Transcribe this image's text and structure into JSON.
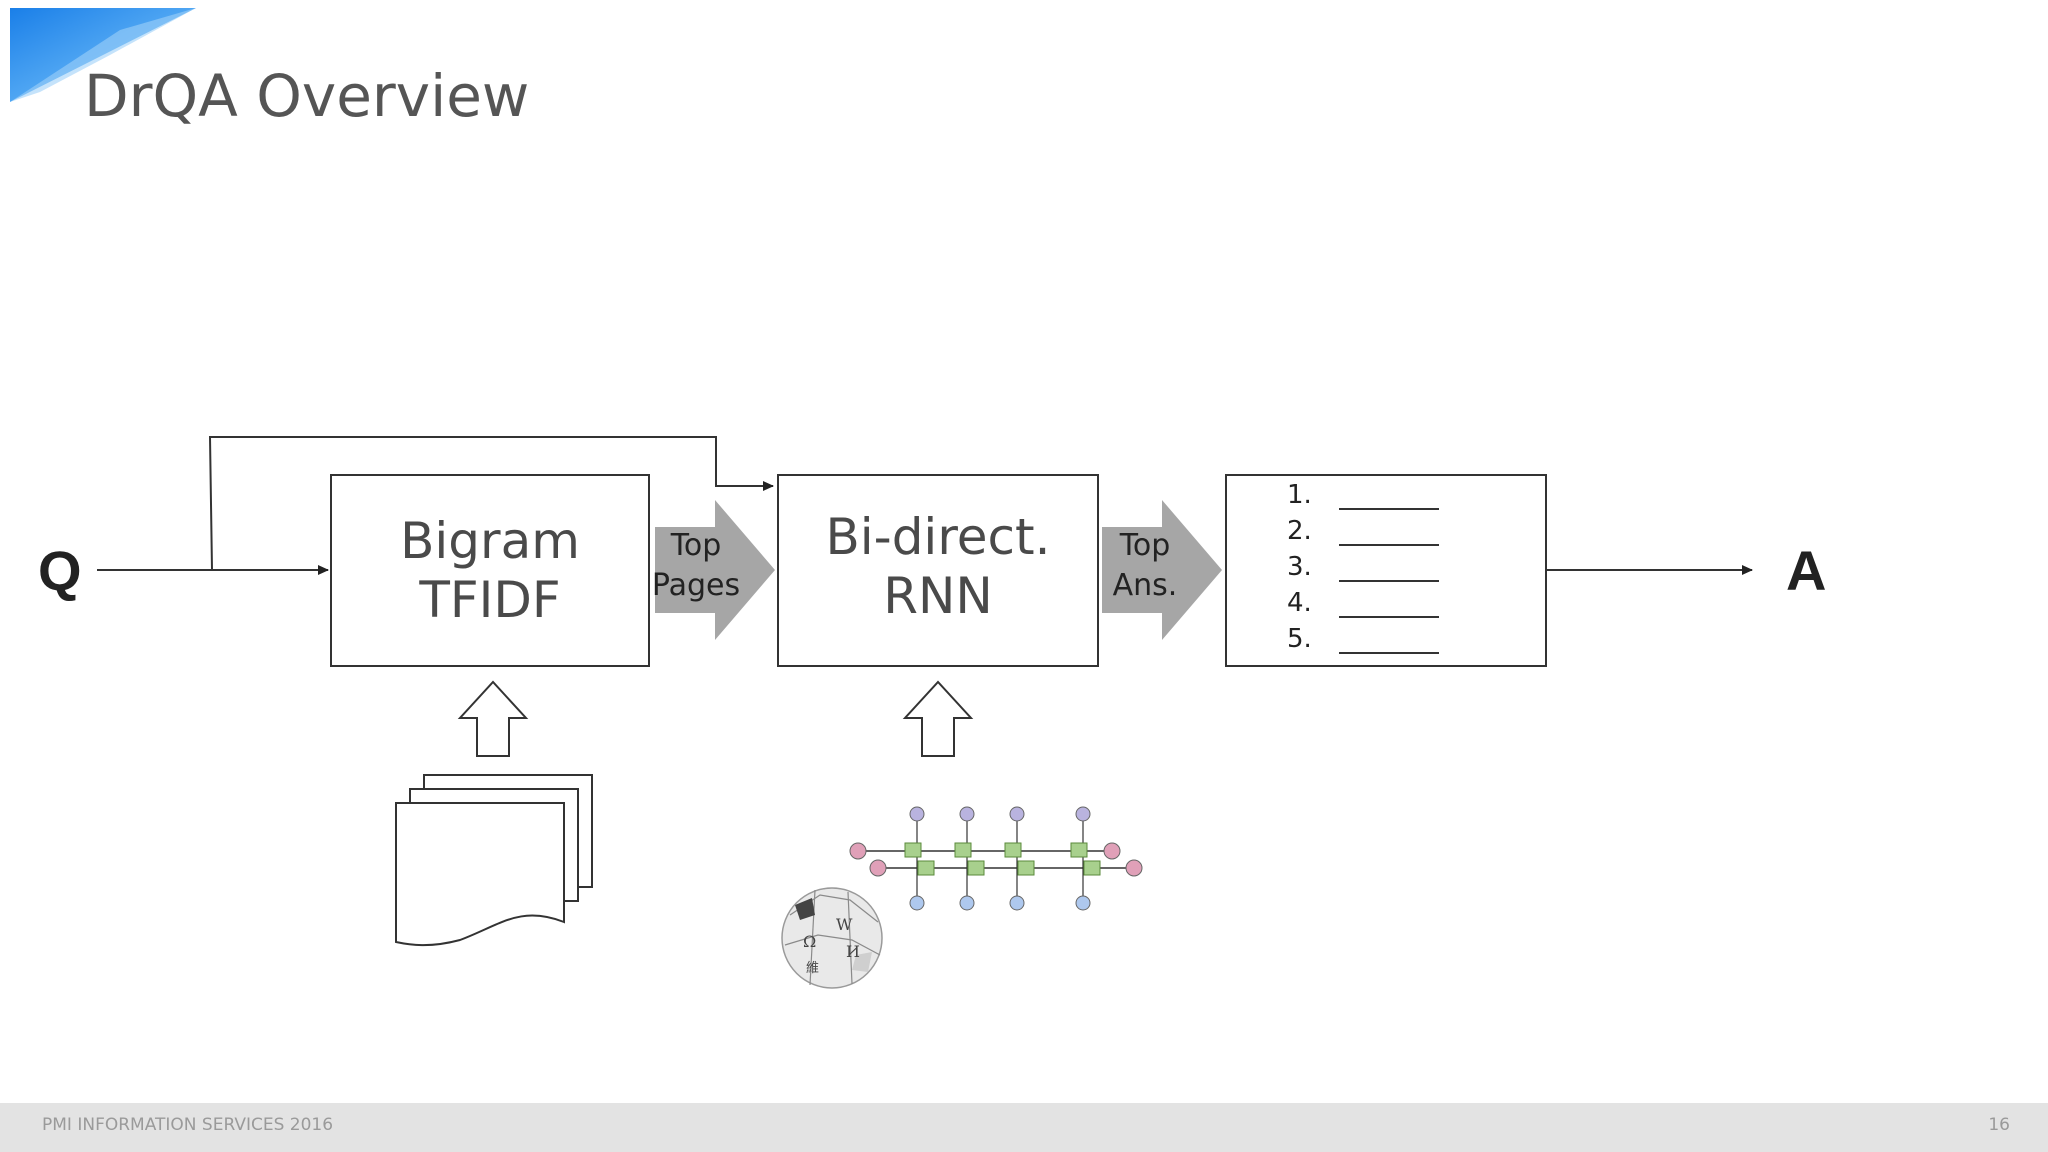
{
  "slide": {
    "title": "DrQA Overview",
    "page_number": "16"
  },
  "footer": {
    "left_text": "PMI INFORMATION SERVICES 2016"
  },
  "diagram": {
    "input_label": "Q",
    "output_label": "A",
    "retriever_box": {
      "line1": "Bigram",
      "line2": "TFIDF"
    },
    "reader_box": {
      "line1": "Bi-direct.",
      "line2": "RNN"
    },
    "arrow1": {
      "line1": "Top",
      "line2": "Pages"
    },
    "arrow2": {
      "line1": "Top",
      "line2": "Ans."
    },
    "answer_list": [
      "1.",
      "2.",
      "3.",
      "4.",
      "5."
    ],
    "wiki_letters": [
      "Ω",
      "W",
      "И",
      "維"
    ]
  },
  "colors": {
    "title": "#555555",
    "box_text": "#4a4a4a",
    "arrow_fill": "#a6a6a6",
    "accent_blue": "#2e8ef0",
    "rnn_green": "#a8d08d",
    "rnn_input": "#aec8ee",
    "rnn_output": "#b9b3df",
    "rnn_state": "#e0a0b8",
    "footer_bg": "#e3e3e3"
  }
}
